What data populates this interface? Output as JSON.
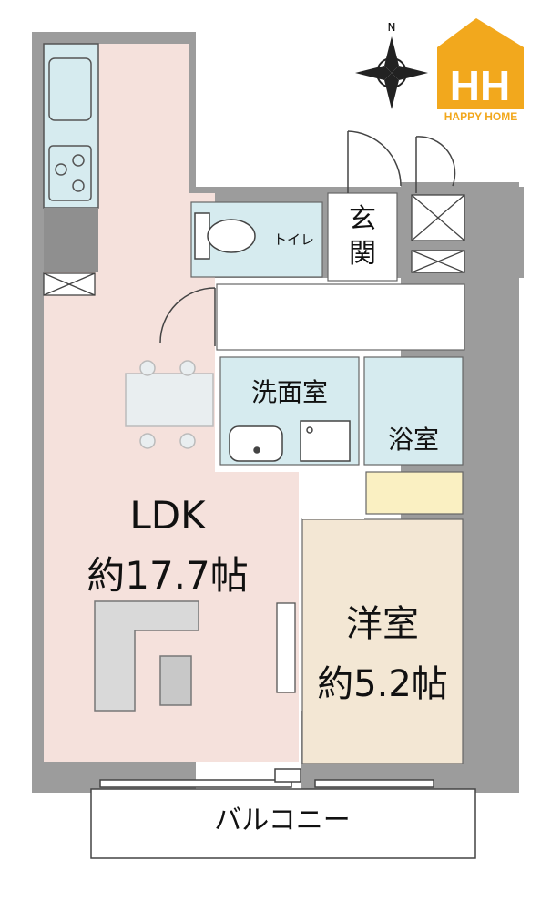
{
  "brand": {
    "logo_letters": "HH",
    "name": "HAPPY HOME",
    "accent_color": "#f2a81d"
  },
  "compass": {
    "north_label": "N"
  },
  "rooms": {
    "ldk": {
      "name": "LDK",
      "size": "約17.7帖",
      "fill": "#f5e1dc"
    },
    "western": {
      "name": "洋室",
      "size": "約5.2帖",
      "fill": "#f3e7d4"
    },
    "toilet": {
      "name": "トイレ",
      "fill": "#d6ebef"
    },
    "entrance": {
      "name": "玄関"
    },
    "washroom": {
      "name": "洗面室",
      "fill": "#d6ebef"
    },
    "bath": {
      "name": "浴室",
      "fill": "#d6ebef"
    },
    "balcony": {
      "name": "バルコニー"
    }
  },
  "colors": {
    "wall": "#9c9c9c",
    "closet": "#faf0c2"
  }
}
